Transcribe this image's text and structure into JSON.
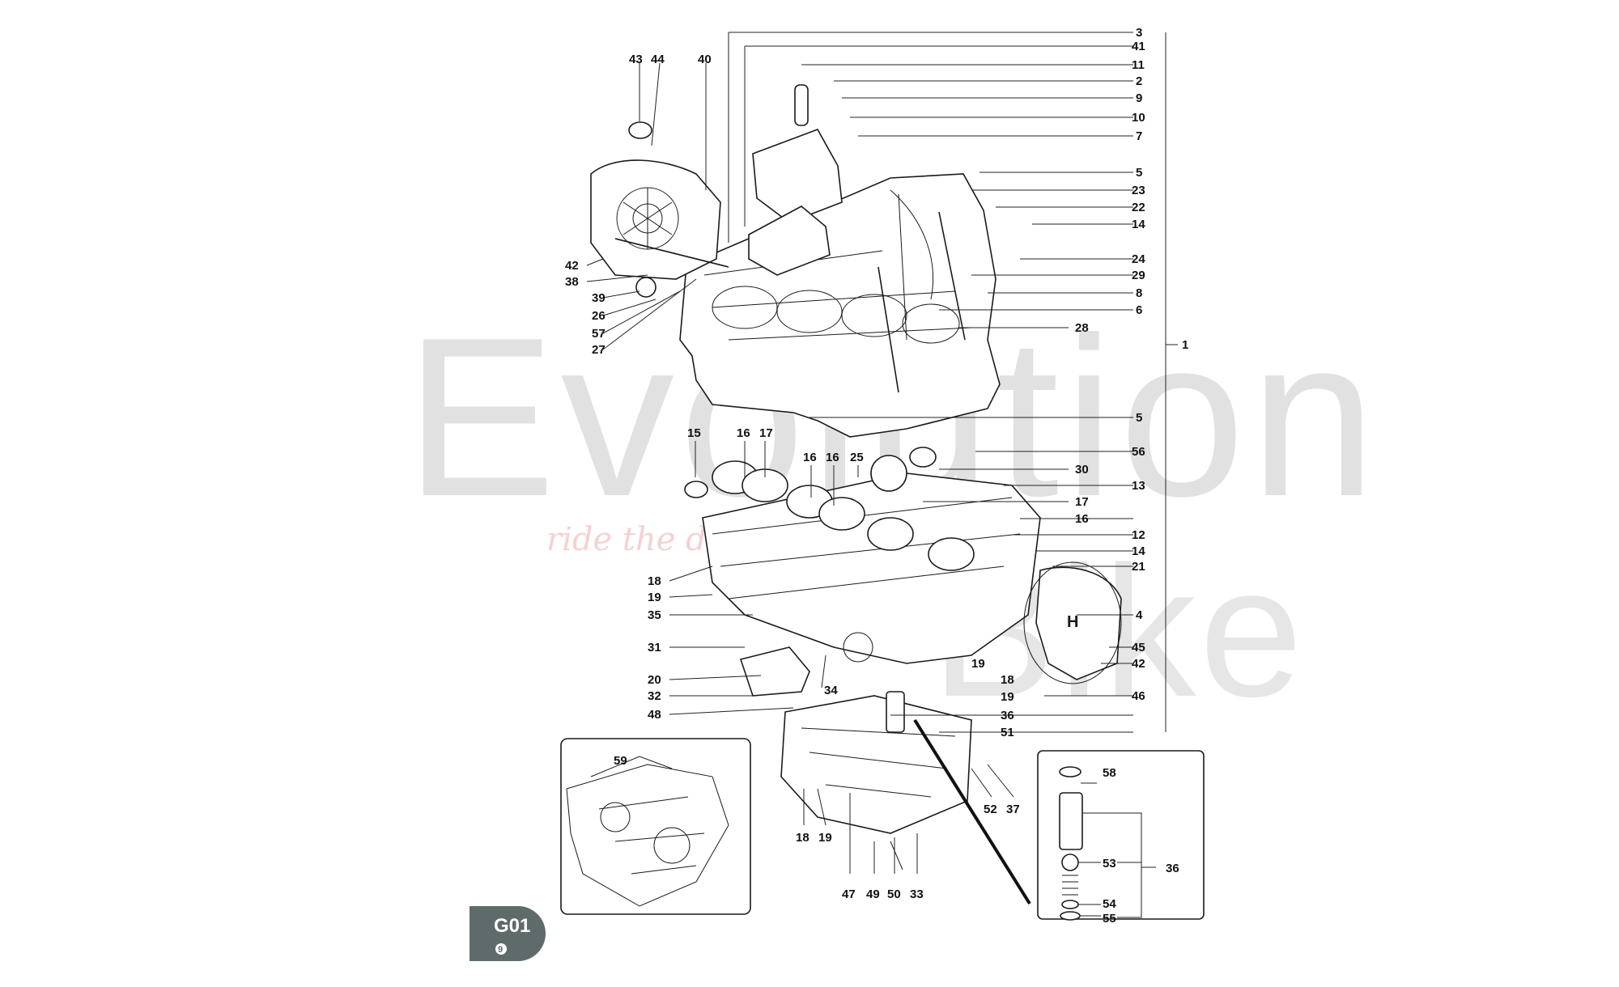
{
  "badge": {
    "code": "G01",
    "sub": "9"
  },
  "watermark": {
    "main": "Evolution",
    "second": "Bike",
    "tagline": "ride the dream"
  },
  "colors": {
    "badge": "#5f6b6b",
    "lines": "#1a1a1a",
    "watermark": "#c9c9c9",
    "tagline": "#f0b3b3"
  },
  "labels": {
    "r3": "3",
    "r41": "41",
    "r11": "11",
    "r2": "2",
    "r9": "9",
    "r10": "10",
    "r7": "7",
    "r5a": "5",
    "r23": "23",
    "r22": "22",
    "r14a": "14",
    "r24": "24",
    "r29": "29",
    "r8": "8",
    "r6": "6",
    "r28": "28",
    "r1": "1",
    "r5b": "5",
    "r56": "56",
    "r30": "30",
    "r13": "13",
    "r17b": "17",
    "r16c": "16",
    "r12": "12",
    "r14b": "14",
    "r21": "21",
    "r4": "4",
    "r45": "45",
    "r42b": "42",
    "r46": "46",
    "r18b": "18",
    "r19b": "19",
    "r19c": "19",
    "r36a": "36",
    "r51": "51",
    "l43": "43",
    "l44": "44",
    "l40": "40",
    "l42": "42",
    "l38": "38",
    "l39": "39",
    "l26": "26",
    "l57": "57",
    "l27": "27",
    "l15": "15",
    "l16a": "16",
    "l17a": "17",
    "l16b": "16",
    "l16d": "16",
    "l25": "25",
    "l18a": "18",
    "l19a": "19",
    "l35": "35",
    "l31": "31",
    "l20": "20",
    "l32": "32",
    "l48": "48",
    "l34": "34",
    "b18": "18",
    "b19": "19",
    "b47": "47",
    "b49": "49",
    "b50": "50",
    "b33": "33",
    "b52": "52",
    "b37": "37",
    "i59": "59",
    "i58": "58",
    "i53": "53",
    "i36": "36",
    "i54": "54",
    "i55": "55"
  }
}
